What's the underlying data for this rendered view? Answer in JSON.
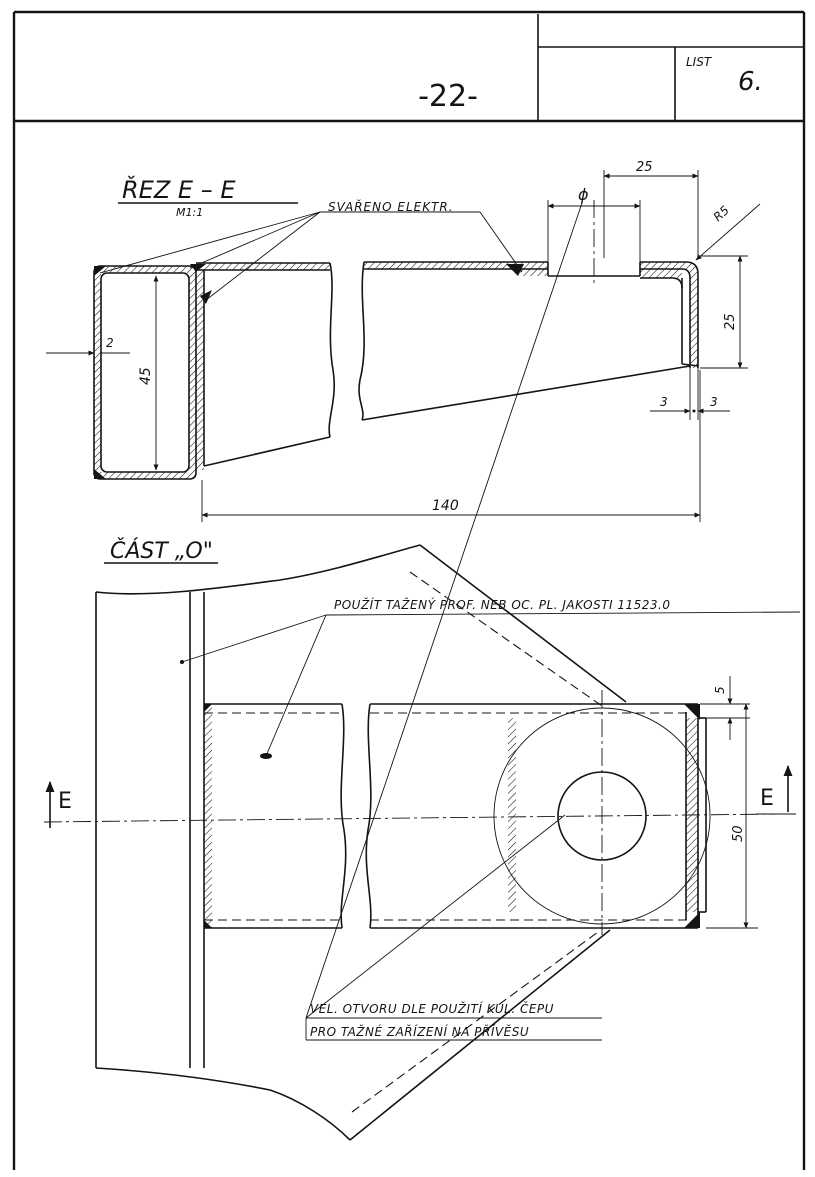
{
  "title_block": {
    "page_number": "-22-",
    "sheet_label": "LIST",
    "sheet_number": "6."
  },
  "section_view": {
    "title": "ŘEZ  E – E",
    "scale": "M1:1",
    "weld_note": "SVAŘENO  ELEKTR.",
    "dims": {
      "wall": "2",
      "height": "45",
      "length": "140",
      "flange_width": "25",
      "flange_height": "25",
      "radius": "R5",
      "gap_left": "3",
      "gap_right": "3",
      "hole": "ϕ"
    }
  },
  "detail_view": {
    "title": "ČÁST „O\"",
    "material_note": "POUŽÍT  TAŽENÝ  PROF.  NEB  OC. PL. JAKOSTI   11523.0",
    "section_mark_left": "E",
    "section_mark_right": "E",
    "dims": {
      "edge": "5",
      "width": "50"
    },
    "hole_note_line1": "VEL. OTVORU  DLE  POUŽITÍ  KUL. ČEPU",
    "hole_note_line2": "PRO  TAŽNÉ  ZAŘÍZENÍ  NA  PŘÍVĚSU"
  }
}
